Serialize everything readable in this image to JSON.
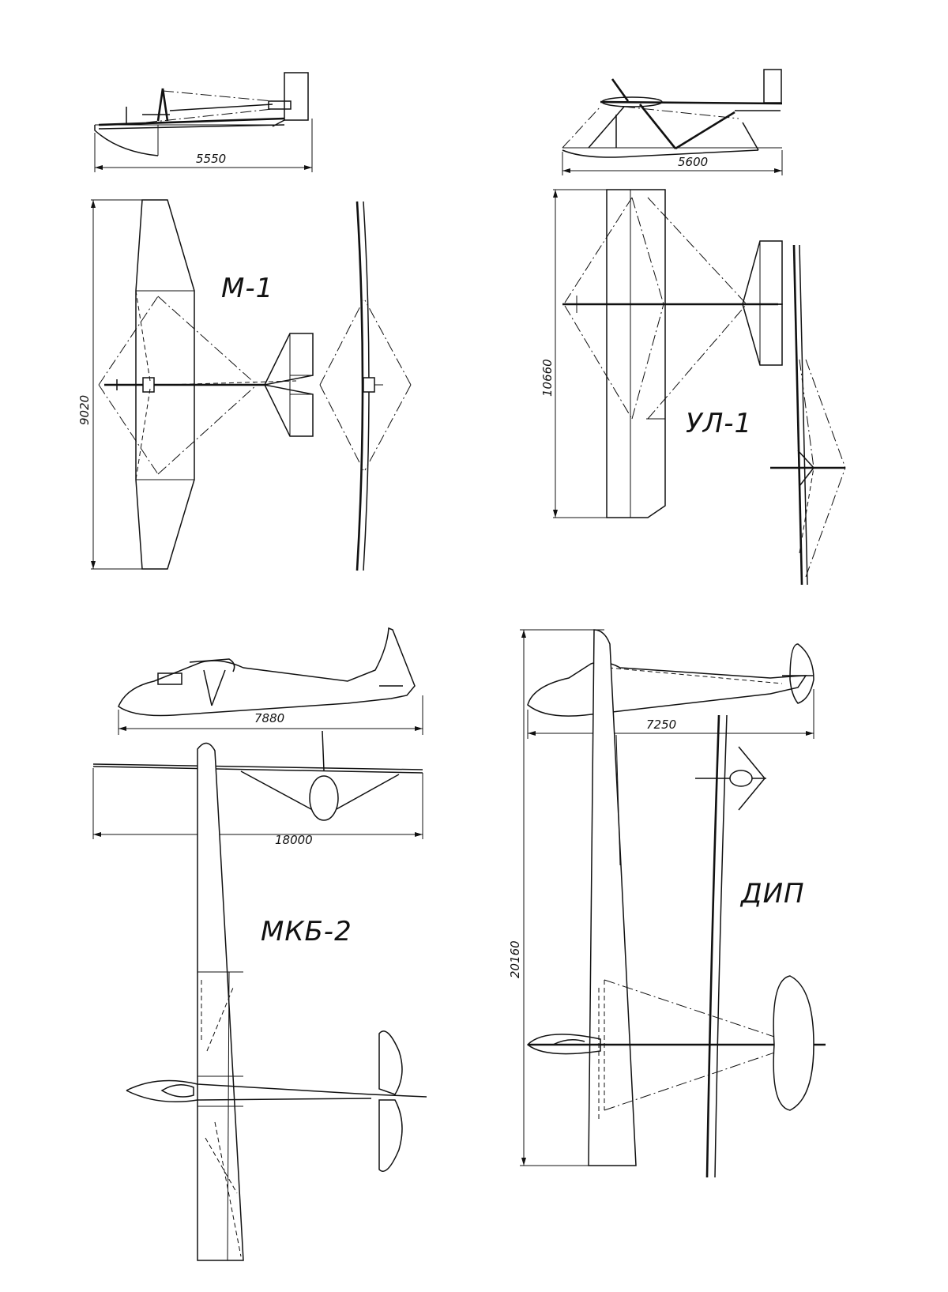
{
  "gliders": [
    {
      "name": "М-1",
      "dims": {
        "length": "5550",
        "span": "9020"
      }
    },
    {
      "name": "УЛ-1",
      "dims": {
        "length": "5600",
        "span": "10660"
      }
    },
    {
      "name": "МКБ-2",
      "dims": {
        "length": "7880",
        "span": "18000"
      }
    },
    {
      "name": "ДИП",
      "dims": {
        "length": "7250",
        "span": "20160"
      }
    }
  ]
}
